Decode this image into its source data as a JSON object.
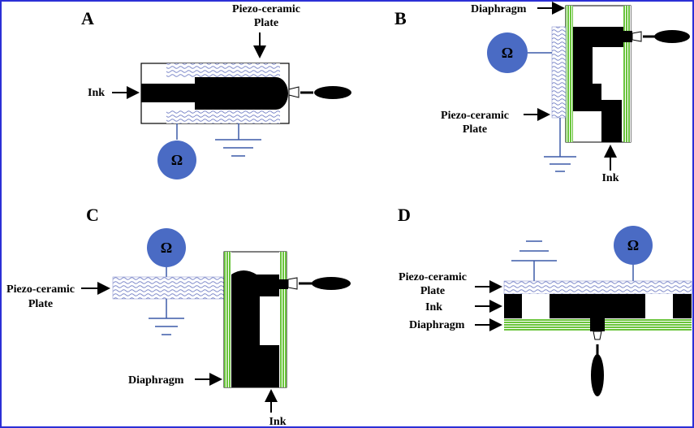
{
  "colors": {
    "frame": "#2b2fd6",
    "ink": "#000000",
    "piezo_fill": "#ffffff",
    "piezo_wave": "#7a86c8",
    "diaphragm": "#6ac43c",
    "resistor": "#4a6bc4",
    "wire": "#3c5aa8"
  },
  "panels": {
    "a": {
      "letter": "A",
      "label_piezo_1": "Piezo-ceramic",
      "label_piezo_2": "Plate",
      "label_ink": "Ink",
      "omega": "Ω"
    },
    "b": {
      "letter": "B",
      "label_diaphragm": "Diaphragm",
      "label_piezo_1": "Piezo-ceramic",
      "label_piezo_2": "Plate",
      "label_ink": "Ink",
      "omega": "Ω"
    },
    "c": {
      "letter": "C",
      "label_piezo_1": "Piezo-ceramic",
      "label_piezo_2": "Plate",
      "label_diaphragm": "Diaphragm",
      "label_ink": "Ink",
      "omega": "Ω"
    },
    "d": {
      "letter": "D",
      "label_piezo_1": "Piezo-ceramic",
      "label_piezo_2": "Plate",
      "label_ink": "Ink",
      "label_diaphragm": "Diaphragm",
      "omega": "Ω"
    }
  }
}
